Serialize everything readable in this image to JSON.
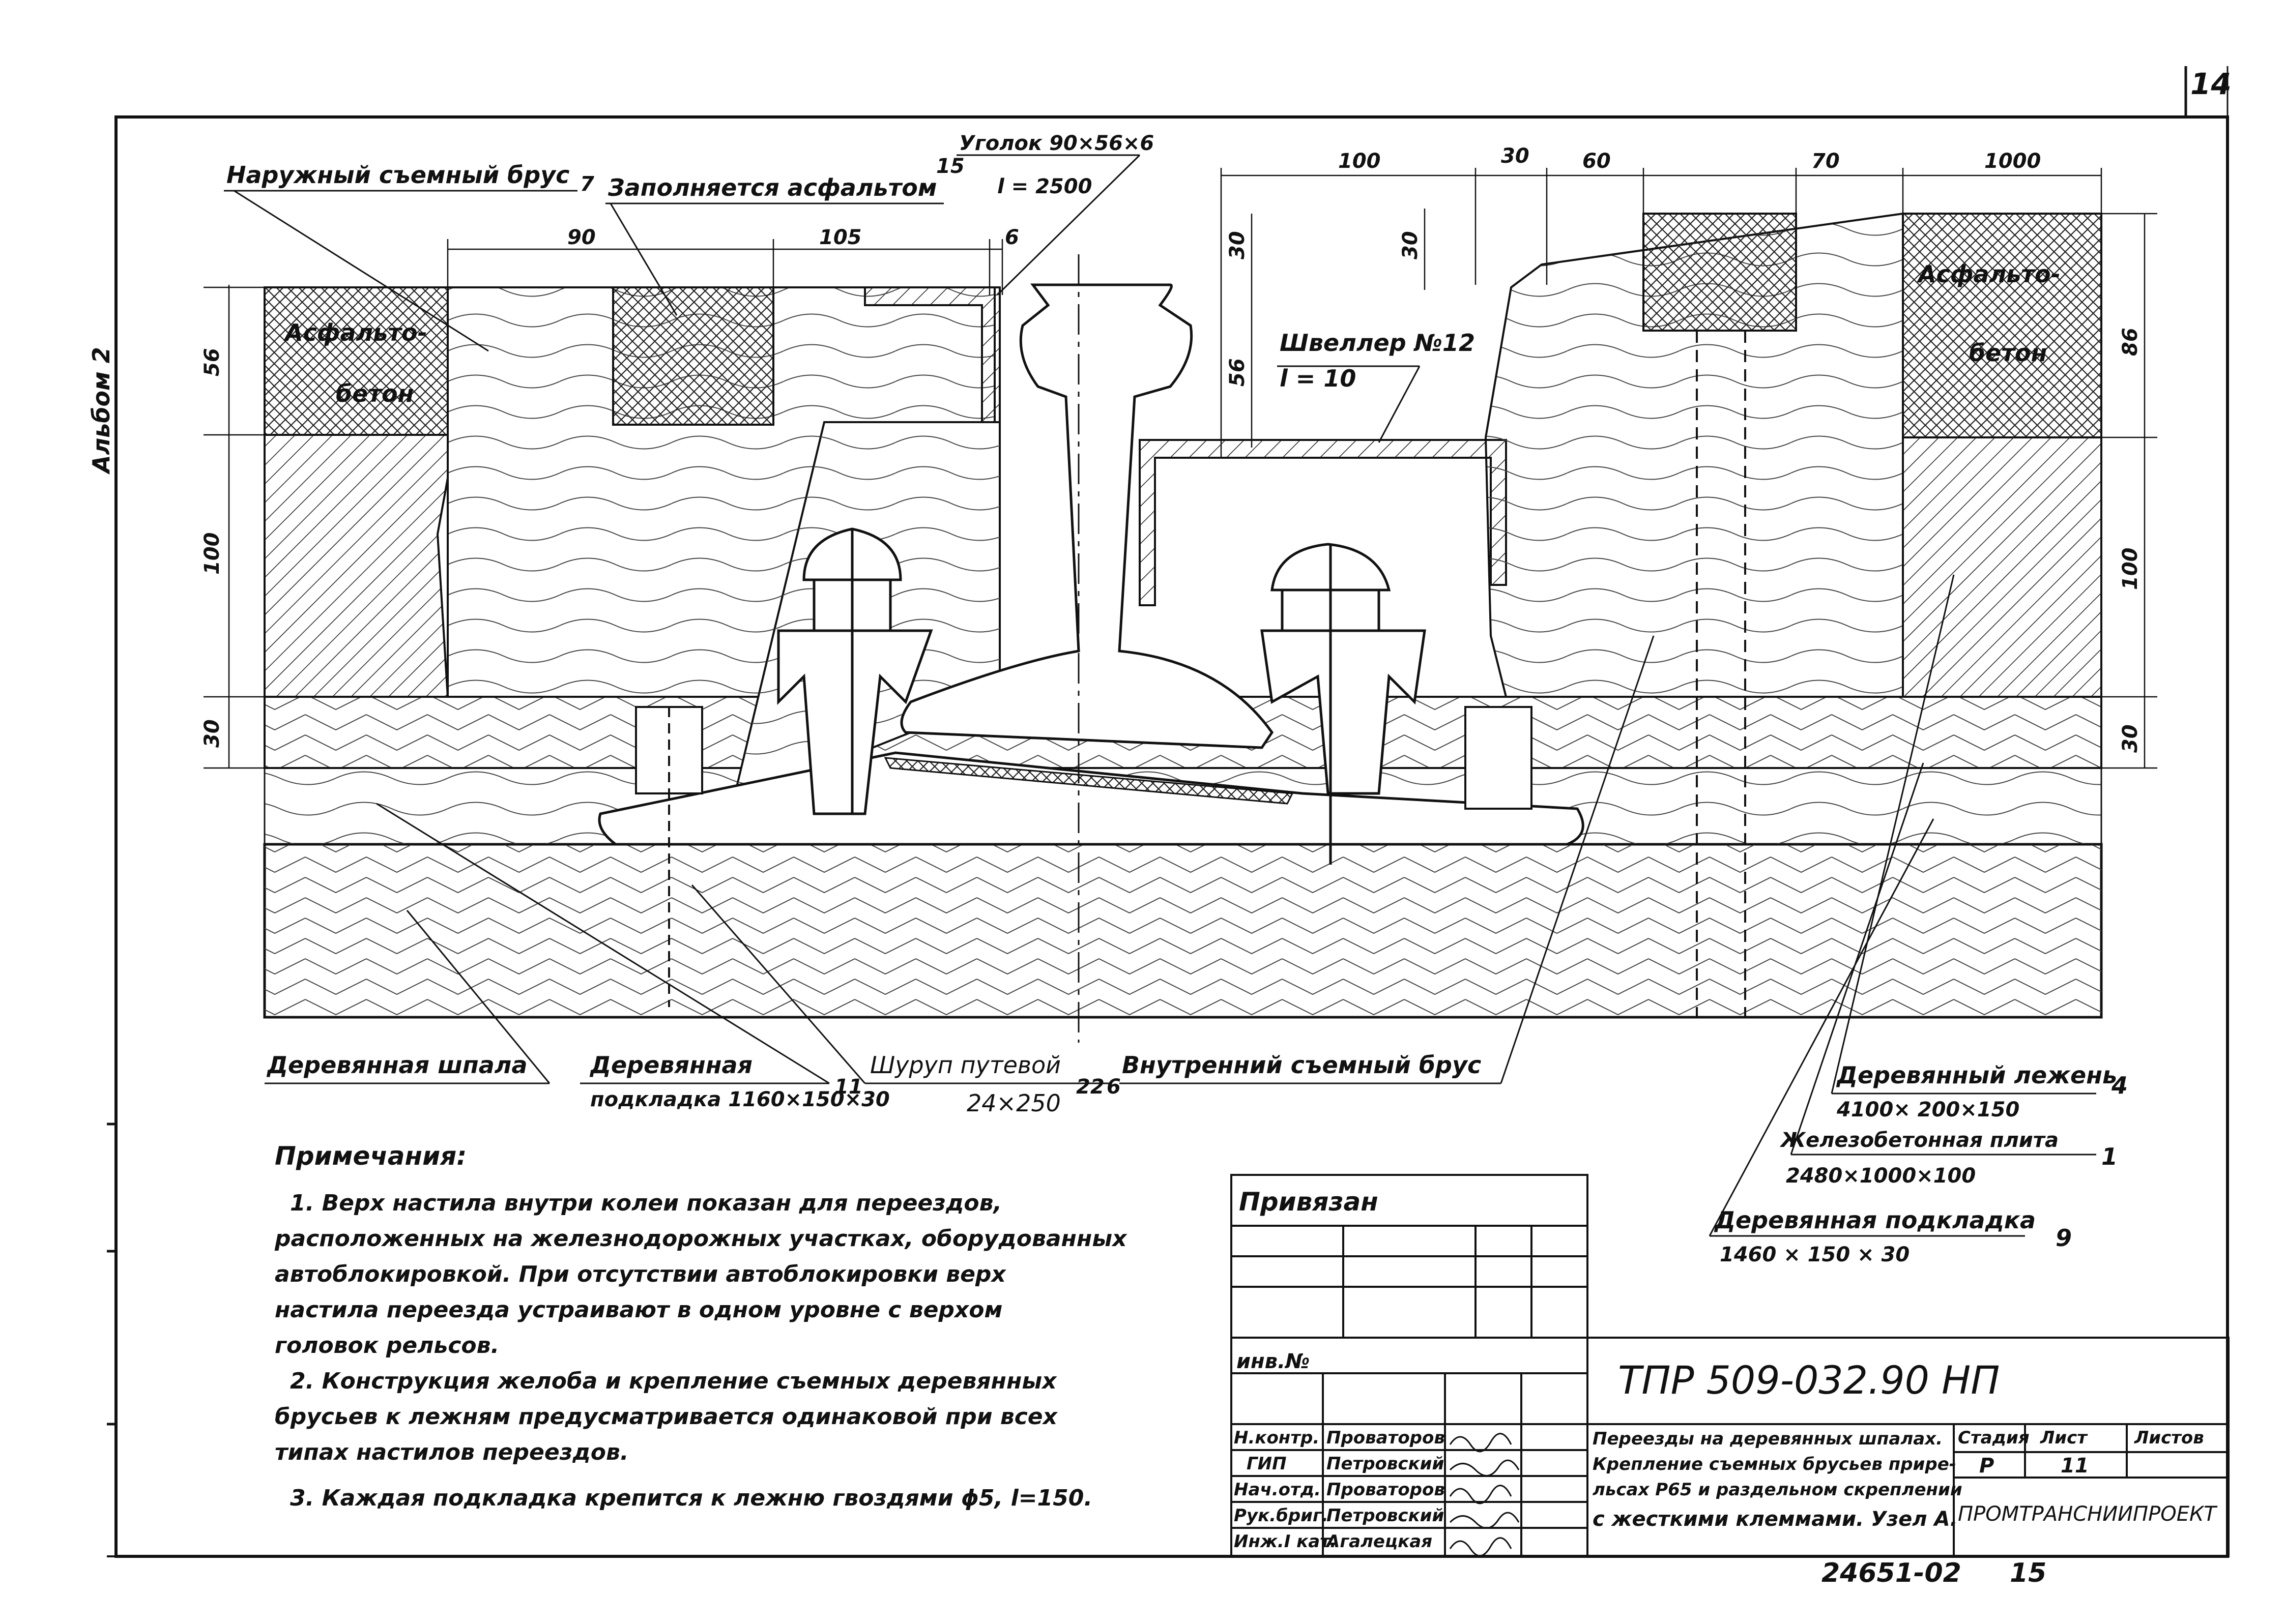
{
  "sheet": {
    "number": "14",
    "album": "Альбом 2",
    "copy_number": "24651-02",
    "copy_page": "15"
  },
  "callouts": {
    "outer_beam": "Наружный съемный брус",
    "outer_beam_pos": "7",
    "asphalt_fill": "Заполняется асфальтом",
    "angle_pos": "15",
    "angle": "Уголок 90×56×6",
    "angle_len": "l = 2500",
    "channel": "Швеллер №12",
    "channel_len": "l = 10",
    "asphalt_concrete_left_1": "Асфальто-",
    "asphalt_concrete_left_2": "бетон",
    "asphalt_concrete_right_1": "Асфальто-",
    "asphalt_concrete_right_2": "бетон",
    "wooden_sleeper": "Деревянная шпала",
    "wooden_pad": "Деревянная",
    "wooden_pad_2": "подкладка 1160×150×30",
    "wooden_pad_pos": "11",
    "screw": "Шуруп путевой",
    "screw_size": "24×250",
    "screw_pos": "22",
    "inner_beam_pos": "6",
    "inner_beam": "Внутренний съемный брус",
    "lezhen": "Деревянный лежень",
    "lezhen_size": "4100× 200×150",
    "lezhen_pos": "4",
    "slab": "Железобетонная плита",
    "slab_size": "2480×1000×100",
    "slab_pos": "1",
    "pad9": "Деревянная подкладка",
    "pad9_size": "1460 × 150 × 30",
    "pad9_pos": "9"
  },
  "dimensions": {
    "top_left_90": "90",
    "top_left_105": "105",
    "top_left_6": "6",
    "top_right_100": "100",
    "top_right_30": "30",
    "top_right_60": "60",
    "top_right_70": "70",
    "top_right_1000": "1000",
    "left_56": "56",
    "left_100": "100",
    "left_30": "30",
    "mid_30": "30",
    "mid_30b": "30",
    "mid_56": "56",
    "right_86": "86",
    "right_100": "100",
    "right_30": "30"
  },
  "notes": {
    "heading": "Примечания:",
    "lines": [
      "1. Верх настила внутри колеи показан для переездов,",
      "расположенных на железнодорожных участках, оборудованных",
      "автоблокировкой. При отсутствии автоблокировки верх",
      "настила переезда устраивают в одном уровне с верхом",
      "головок рельсов.",
      "2. Конструкция желоба и крепление съемных деревянных",
      "брусьев к лежням предусматривается одинаковой при всех",
      "типах настилов переездов.",
      "3. Каждая подкладка крепится к лежню гвоздями ϕ5, l=150."
    ]
  },
  "title_block": {
    "bound": "Привязан",
    "inv": "инв.№",
    "code": "ТПР 509-032.90 НП",
    "description": [
      "Переезды на деревянных шпалах.",
      "Крепление съемных брусьев прире-",
      "льсах Р65 и раздельном скреплении",
      "с жесткими клеммами. Узел А."
    ],
    "stage_h": "Стадия",
    "sheet_h": "Лист",
    "sheets_h": "Листов",
    "stage": "Р",
    "sheet_no": "11",
    "org": "ПРОМТРАНСНИИПРОЕКТ",
    "signers": [
      {
        "role": "Н.контр.",
        "name": "Проваторов"
      },
      {
        "role": "ГИП",
        "name": "Петровский"
      },
      {
        "role": "Нач.отд.",
        "name": "Проваторов"
      },
      {
        "role": "Рук.бриг.",
        "name": "Петровский"
      },
      {
        "role": "Инж.I кат.",
        "name": "Агалецкая"
      }
    ]
  }
}
